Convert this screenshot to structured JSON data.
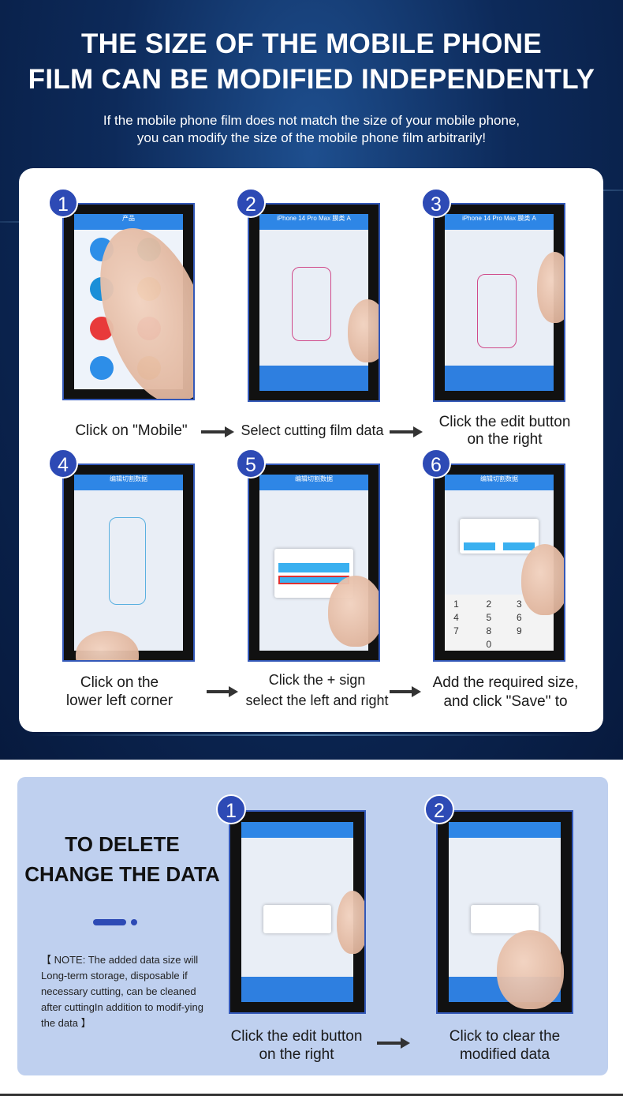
{
  "header": {
    "title_line1": "THE SIZE OF THE MOBILE PHONE",
    "title_line2": "FILM CAN BE MODIFIED INDEPENDENTLY",
    "subtitle_line1": "If the mobile phone film does not match the size of your mobile phone,",
    "subtitle_line2": "you can modify the size of the mobile phone film arbitrarily!"
  },
  "steps": [
    {
      "number": "1",
      "caption": "Click on \"Mobile\"",
      "screen_title": "产品"
    },
    {
      "number": "2",
      "caption": "Select cutting film data",
      "screen_title": "iPhone 14 Pro Max 膜类 A"
    },
    {
      "number": "3",
      "caption_line1": "Click the edit button",
      "caption_line2": "on the right",
      "screen_title": "iPhone 14 Pro Max 膜类 A"
    },
    {
      "number": "4",
      "caption_line1": "Click on the",
      "caption_line2": "lower left corner",
      "screen_title": "编辑切割数据"
    },
    {
      "number": "5",
      "caption_line1": "Click the + sign",
      "caption_line2": "select the left and right",
      "screen_title": "编辑切割数据"
    },
    {
      "number": "6",
      "caption_line1": "Add the required size,",
      "caption_line2": "and click \"Save\" to",
      "screen_title": "编辑切割数据"
    }
  ],
  "delete_section": {
    "title_line1": "TO DELETE",
    "title_line2": "CHANGE THE DATA",
    "note": "【 NOTE: The added data size will Long-term storage, disposable if necessary cutting, can be cleaned after cuttingIn addition to modif-ying the data 】",
    "steps": [
      {
        "number": "1",
        "caption_line1": "Click the edit button",
        "caption_line2": "on the right"
      },
      {
        "number": "2",
        "caption_line1": "Click to clear the",
        "caption_line2": "modified data"
      }
    ]
  },
  "keypad": [
    "1",
    "2",
    "3",
    "4",
    "5",
    "6",
    "7",
    "8",
    "9",
    "0"
  ],
  "colors": {
    "accent": "#2d4ab5",
    "app_blue": "#2e86e6",
    "hero_dark": "#071a3e",
    "lower_bg": "#bfd0ef"
  }
}
